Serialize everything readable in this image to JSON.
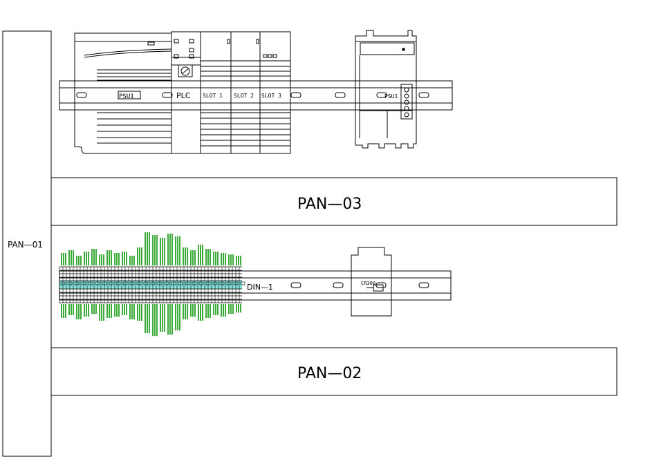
{
  "panels": {
    "left": "PAN—01",
    "middle": "PAN—03",
    "bottom": "PAN—02"
  },
  "upper_rail": {
    "labels": {
      "psu1": "PSU1",
      "plc": "PLC",
      "slot1": "SLOT 1",
      "slot2": "SLOT 2",
      "slot3": "SLOT 3",
      "psu2": "PSU1"
    }
  },
  "lower_rail": {
    "din_label": "DIN—1",
    "relay_label": "CR300"
  },
  "colors": {
    "line": "#000000",
    "terminal_green": "#1a9c1a",
    "terminal_cyan": "#36d1c4"
  }
}
